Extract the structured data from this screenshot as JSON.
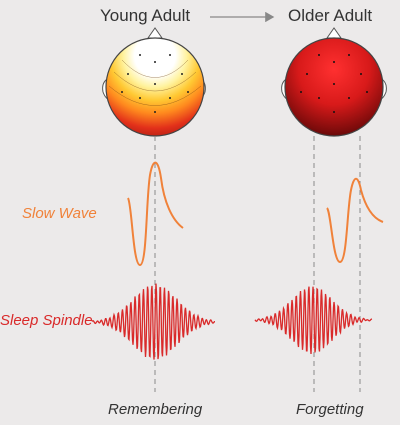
{
  "header": {
    "left_title": "Young Adult",
    "right_title": "Older Adult"
  },
  "labels": {
    "slow_wave": "Slow Wave",
    "sleep_spindle": "Sleep Spindle",
    "remembering": "Remembering",
    "forgetting": "Forgetting"
  },
  "colors": {
    "slow_wave": "#f0823a",
    "spindle": "#d92a2a",
    "guide": "#8a8a8a",
    "arrow": "#888888"
  }
}
